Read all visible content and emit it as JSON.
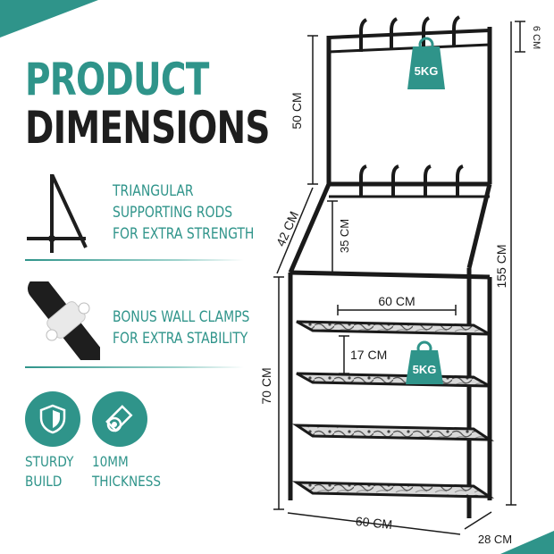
{
  "heading": {
    "line1": "PRODUCT",
    "line2": "DIMENSIONS"
  },
  "features": {
    "triangular": "TRIANGULAR\nSUPPORTING RODS\nFOR EXTRA STRENGTH",
    "clamps": "BONUS WALL CLAMPS\nFOR EXTRA STABILITY",
    "sturdy": "STURDY\nBUILD",
    "thickness": "10MM\nTHICKNESS"
  },
  "dimensions": {
    "top_gap": "6 CM",
    "upper_height": "50 CM",
    "slant": "42 CM",
    "hook_to_shelf": "35 CM",
    "total_height": "155 CM",
    "shelf_width": "60 CM",
    "shelf_spacing": "17 CM",
    "lower_height": "70 CM",
    "base_width": "60 CM",
    "depth": "28 CM"
  },
  "weights": {
    "top": "5KG",
    "shelf": "5KG"
  },
  "colors": {
    "accent": "#2f948a",
    "dark": "#1e1e1e"
  }
}
